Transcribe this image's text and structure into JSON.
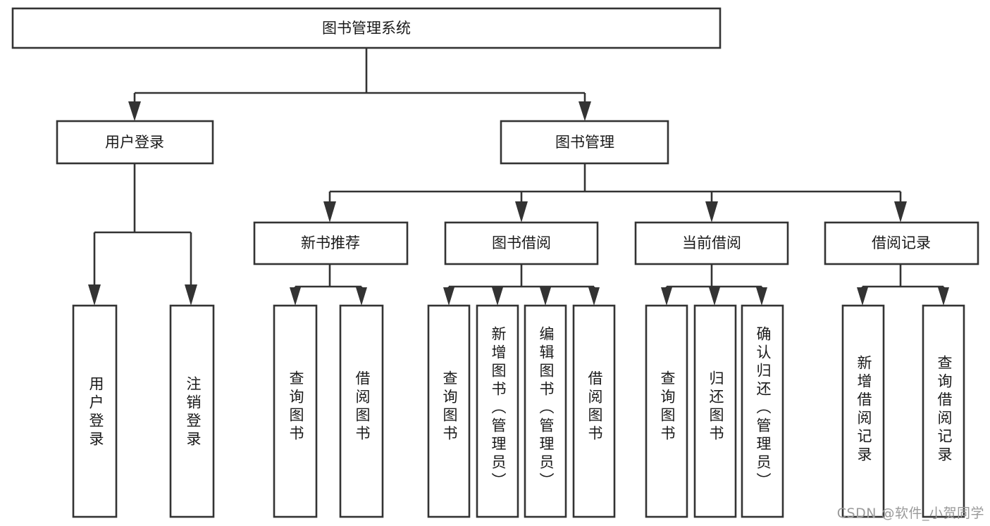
{
  "diagram": {
    "title": "图书管理系统",
    "type": "hierarchy-tree",
    "orientation": "top-down",
    "levels": 4,
    "watermark": "CSDN @软件_小贺同学",
    "colors": {
      "box_fill": "#ffffff",
      "box_stroke": "#333333",
      "line": "#333333",
      "text": "#1a1a1a",
      "watermark": "#9a9a9a",
      "background": "#ffffff"
    },
    "nodes": {
      "root": {
        "label": "图书管理系统"
      },
      "level2": [
        {
          "id": "user-login",
          "label": "用户登录"
        },
        {
          "id": "book-management",
          "label": "图书管理"
        }
      ],
      "level3": [
        {
          "id": "new-book-recommend",
          "label": "新书推荐"
        },
        {
          "id": "book-borrow",
          "label": "图书借阅"
        },
        {
          "id": "current-borrow",
          "label": "当前借阅"
        },
        {
          "id": "borrow-record",
          "label": "借阅记录"
        }
      ],
      "leaves": {
        "user-login": [
          {
            "id": "leaf-user-login",
            "label": "用户登录"
          },
          {
            "id": "leaf-user-logout",
            "label": "注销登录"
          }
        ],
        "new-book-recommend": [
          {
            "id": "leaf-query-book-1",
            "label": "查询图书"
          },
          {
            "id": "leaf-borrow-book-1",
            "label": "借阅图书"
          }
        ],
        "book-borrow": [
          {
            "id": "leaf-query-book-2",
            "label": "查询图书"
          },
          {
            "id": "leaf-add-book",
            "label": "新增图书（管理员）"
          },
          {
            "id": "leaf-edit-book",
            "label": "编辑图书（管理员）"
          },
          {
            "id": "leaf-borrow-book-2",
            "label": "借阅图书"
          }
        ],
        "current-borrow": [
          {
            "id": "leaf-query-book-3",
            "label": "查询图书"
          },
          {
            "id": "leaf-return-book",
            "label": "归还图书"
          },
          {
            "id": "leaf-confirm-return",
            "label": "确认归还（管理员）"
          }
        ],
        "borrow-record": [
          {
            "id": "leaf-add-record",
            "label": "新增借阅记录"
          },
          {
            "id": "leaf-query-record",
            "label": "查询借阅记录"
          }
        ]
      }
    }
  }
}
